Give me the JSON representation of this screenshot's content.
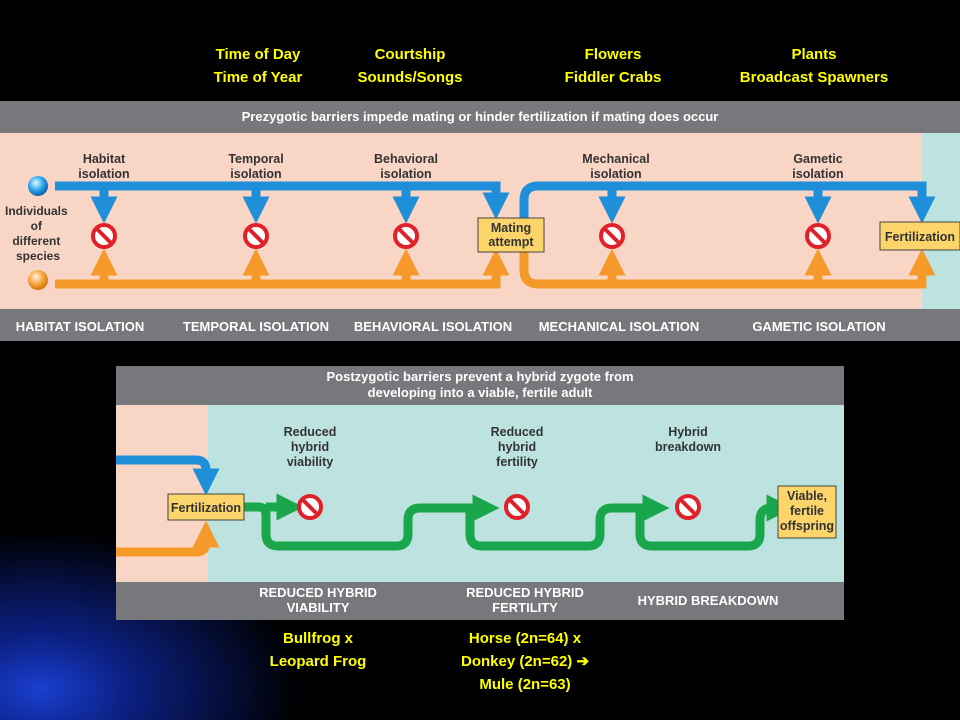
{
  "top_examples": [
    {
      "line1": "Time of Day",
      "line2": "Time of Year"
    },
    {
      "line1": "Courtship",
      "line2": "Sounds/Songs"
    },
    {
      "line1": "Flowers",
      "line2": "Fiddler Crabs"
    },
    {
      "line1": "Plants",
      "line2": "Broadcast Spawners"
    }
  ],
  "prezygotic": {
    "title": "Prezygotic barriers impede mating or hinder fertilization if mating does occur",
    "start_label": [
      "Individuals",
      "of",
      "different",
      "species"
    ],
    "barriers": [
      {
        "label": [
          "Habitat",
          "isolation"
        ]
      },
      {
        "label": [
          "Temporal",
          "isolation"
        ]
      },
      {
        "label": [
          "Behavioral",
          "isolation"
        ]
      },
      {
        "label": [
          "Mechanical",
          "isolation"
        ]
      },
      {
        "label": [
          "Gametic",
          "isolation"
        ]
      }
    ],
    "mating_attempt": [
      "Mating",
      "attempt"
    ],
    "fertilization": "Fertilization",
    "footer": [
      "HABITAT ISOLATION",
      "TEMPORAL ISOLATION",
      "BEHAVIORAL ISOLATION",
      "MECHANICAL ISOLATION",
      "GAMETIC ISOLATION"
    ]
  },
  "postzygotic": {
    "title": [
      "Postzygotic barriers prevent a hybrid zygote from",
      "developing into a viable, fertile adult"
    ],
    "fertilization": "Fertilization",
    "barriers": [
      {
        "label": [
          "Reduced",
          "hybrid",
          "viability"
        ]
      },
      {
        "label": [
          "Reduced",
          "hybrid",
          "fertility"
        ]
      },
      {
        "label": [
          "Hybrid",
          "breakdown"
        ]
      }
    ],
    "outcome": [
      "Viable,",
      "fertile",
      "offspring"
    ],
    "footer": [
      [
        "REDUCED HYBRID",
        "VIABILITY"
      ],
      [
        "REDUCED HYBRID",
        "FERTILITY"
      ],
      [
        "HYBRID BREAKDOWN"
      ]
    ]
  },
  "bottom_examples": [
    {
      "lines": [
        "Bullfrog x",
        "Leopard Frog"
      ]
    },
    {
      "lines": [
        "Horse (2n=64) x",
        "Donkey (2n=62) ➔",
        "Mule (2n=63)"
      ]
    }
  ],
  "colors": {
    "blue_arrow": "#1e8fd8",
    "orange_arrow": "#f59a2a",
    "green_arrow": "#1aa64a",
    "pink_bg": "#f9d5c6",
    "teal_bg": "#bde3e0",
    "gray_band": "#77787b",
    "box_fill": "#fbd46a",
    "label_text": "#ffff00"
  }
}
